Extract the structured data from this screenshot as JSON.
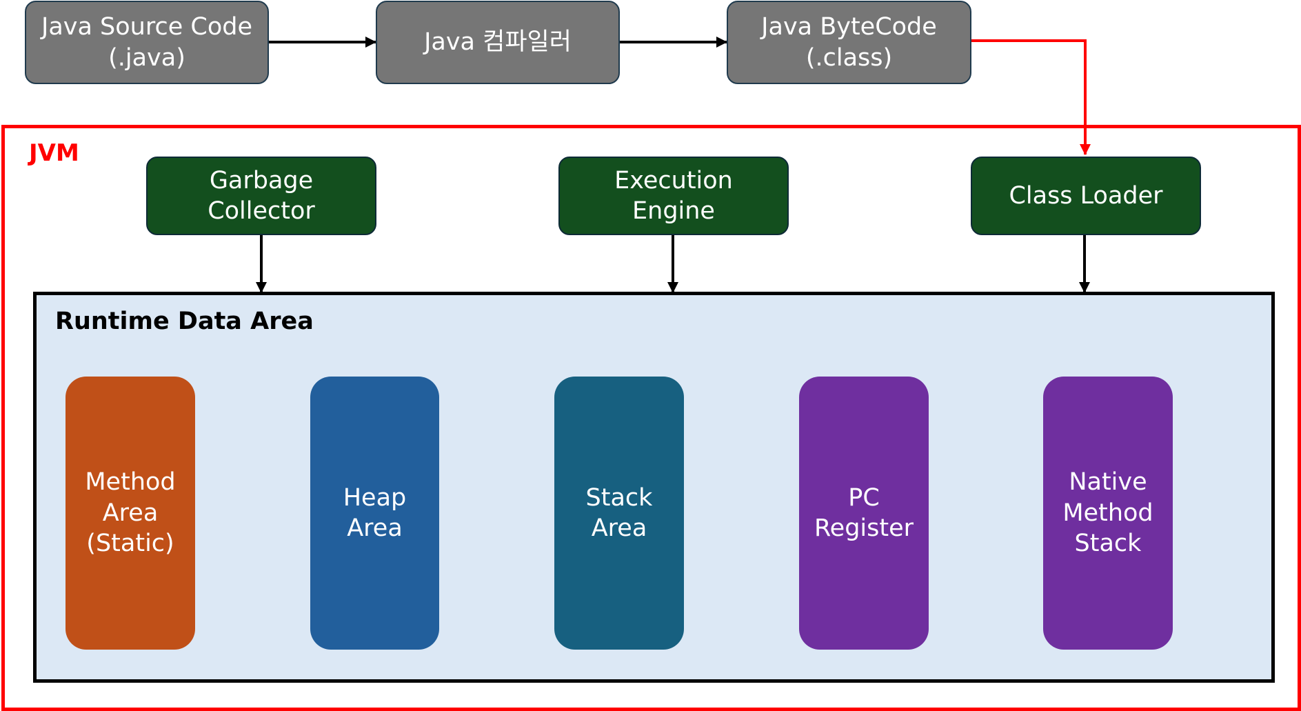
{
  "pipeline": {
    "source": [
      "Java Source Code",
      "(.java)"
    ],
    "compiler": [
      "Java 컴파일러"
    ],
    "bytecode": [
      "Java ByteCode",
      "(.class)"
    ]
  },
  "jvm": {
    "label": "JVM",
    "components": {
      "garbage_collector": [
        "Garbage",
        "Collector"
      ],
      "execution_engine": [
        "Execution",
        "Engine"
      ],
      "class_loader": [
        "Class Loader"
      ]
    },
    "runtime_data_area": {
      "title": "Runtime Data Area",
      "areas": {
        "method_area": [
          "Method",
          "Area",
          "(Static)"
        ],
        "heap_area": [
          "Heap",
          "Area"
        ],
        "stack_area": [
          "Stack",
          "Area"
        ],
        "pc_register": [
          "PC",
          "Register"
        ],
        "native_method_stack": [
          "Native",
          "Method",
          "Stack"
        ]
      }
    }
  },
  "colors": {
    "pipeline_box": "#767676",
    "jvm_frame": "#ff0000",
    "component_box": "#134f1e",
    "runtime_area_bg": "#dce8f5",
    "method_area": "#c05018",
    "heap_area": "#225f9c",
    "stack_area": "#176080",
    "pc_register": "#6f2f9f",
    "native_method_stack": "#6f2f9f"
  }
}
